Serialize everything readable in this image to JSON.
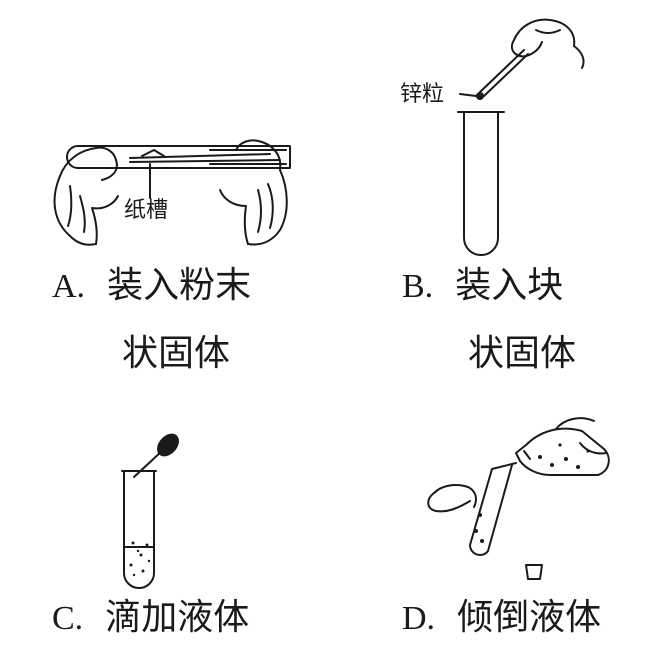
{
  "panels": {
    "a": {
      "letter": "A.",
      "line1": "装入粉末",
      "line2": "状固体",
      "callout": "纸槽",
      "icon": "test-tube-with-paper-trough-icon"
    },
    "b": {
      "letter": "B.",
      "line1": "装入块",
      "line2": "状固体",
      "callout": "锌粒",
      "icon": "tweezers-dropping-zinc-icon"
    },
    "c": {
      "letter": "C.",
      "line1": "滴加液体",
      "icon": "dropper-over-test-tube-icon"
    },
    "d": {
      "letter": "D.",
      "line1": "倾倒液体",
      "icon": "pouring-bottle-icon"
    }
  },
  "colors": {
    "ink": "#1a1a1a",
    "background": "#ffffff"
  }
}
